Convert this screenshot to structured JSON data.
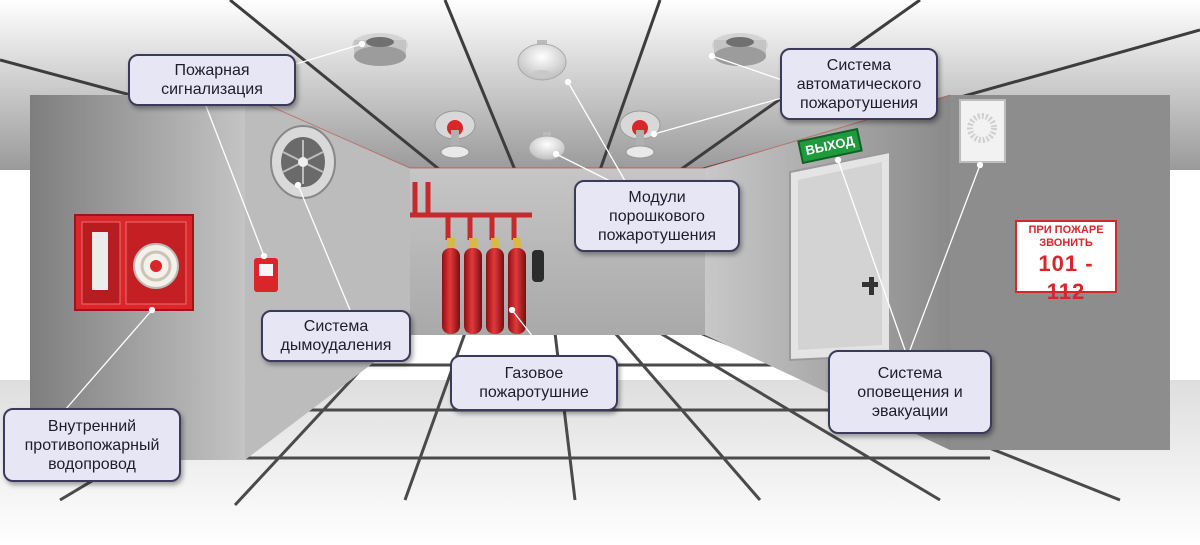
{
  "callouts": {
    "fire_alarm": "Пожарная\nсигнализация",
    "auto_extinguishing": "Система\nавтоматического\nпожаротушения",
    "powder_modules": "Модули\nпорошкового\nпожаротушения",
    "smoke_removal": "Система\nдымоудаления",
    "gas_extinguishing": "Газовое\nпожаротушние",
    "warning_evacuation": "Система\nоповещения и\nэвакуации",
    "internal_hydrant": "Внутренний\nпротивопожарный\nводопровод"
  },
  "exit_sign": "ВЫХОД",
  "fire_sign": {
    "line1": "ПРИ ПОЖАРЕ",
    "line2": "ЗВОНИТЬ",
    "numbers": "101 - 112"
  },
  "colors": {
    "accent_red": "#d8262a",
    "callout_bg": "#e6e6f4",
    "callout_border": "#3c3a5a",
    "exit_green": "#1f9a3c"
  }
}
